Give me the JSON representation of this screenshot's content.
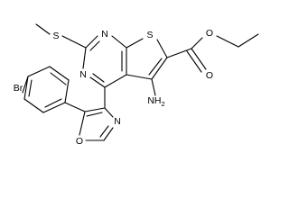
{
  "structure": {
    "atoms": {
      "sulfur_methylthio": "S",
      "nitrogen_pyrimidine_top": "N",
      "nitrogen_pyrimidine_left": "N",
      "sulfur_thiophene": "S",
      "oxygen_ester_carbonyl": "O",
      "oxygen_ester_ether": "O",
      "amine": "NH",
      "amine_subscript": "2",
      "bromine": "Br",
      "nitrogen_oxazole": "N",
      "oxygen_oxazole": "O"
    }
  }
}
